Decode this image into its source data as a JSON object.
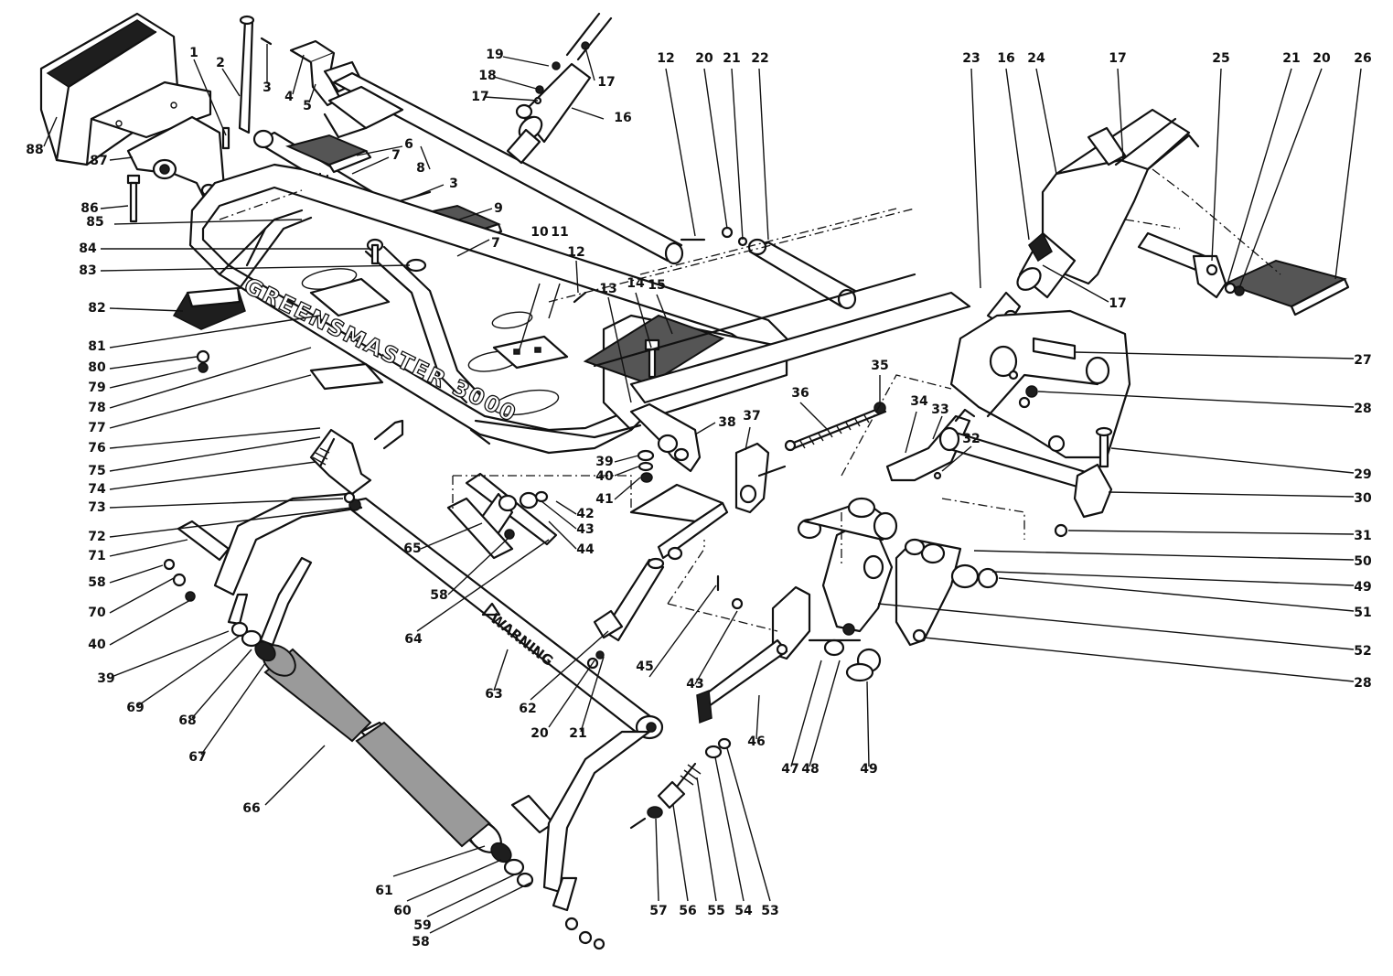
{
  "diagram": {
    "frame_text": "GREENSMASTER 3000",
    "warning_text": "WARNING",
    "callouts": [
      {
        "id": "c88",
        "label": "88"
      },
      {
        "id": "c1",
        "label": "1"
      },
      {
        "id": "c2",
        "label": "2"
      },
      {
        "id": "c3a",
        "label": "3"
      },
      {
        "id": "c4",
        "label": "4"
      },
      {
        "id": "c5",
        "label": "5"
      },
      {
        "id": "c19",
        "label": "19"
      },
      {
        "id": "c18a",
        "label": "18"
      },
      {
        "id": "c17a",
        "label": "17"
      },
      {
        "id": "c17b",
        "label": "17"
      },
      {
        "id": "c16a",
        "label": "16"
      },
      {
        "id": "c87",
        "label": "87"
      },
      {
        "id": "c6",
        "label": "6"
      },
      {
        "id": "c7a",
        "label": "7"
      },
      {
        "id": "c8",
        "label": "8"
      },
      {
        "id": "c86",
        "label": "86"
      },
      {
        "id": "c3b",
        "label": "3"
      },
      {
        "id": "c9",
        "label": "9"
      },
      {
        "id": "c7b",
        "label": "7"
      },
      {
        "id": "c85",
        "label": "85"
      },
      {
        "id": "c84",
        "label": "84"
      },
      {
        "id": "c83",
        "label": "83"
      },
      {
        "id": "c82",
        "label": "82"
      },
      {
        "id": "c81",
        "label": "81"
      },
      {
        "id": "c80",
        "label": "80"
      },
      {
        "id": "c79",
        "label": "79"
      },
      {
        "id": "c78",
        "label": "78"
      },
      {
        "id": "c77",
        "label": "77"
      },
      {
        "id": "c76",
        "label": "76"
      },
      {
        "id": "c75",
        "label": "75"
      },
      {
        "id": "c74",
        "label": "74"
      },
      {
        "id": "c73",
        "label": "73"
      },
      {
        "id": "c72",
        "label": "72"
      },
      {
        "id": "c71",
        "label": "71"
      },
      {
        "id": "c58a",
        "label": "58"
      },
      {
        "id": "c70",
        "label": "70"
      },
      {
        "id": "c40a",
        "label": "40"
      },
      {
        "id": "c39a",
        "label": "39"
      },
      {
        "id": "c69",
        "label": "69"
      },
      {
        "id": "c68",
        "label": "68"
      },
      {
        "id": "c67",
        "label": "67"
      },
      {
        "id": "c66",
        "label": "66"
      },
      {
        "id": "c61",
        "label": "61"
      },
      {
        "id": "c60",
        "label": "60"
      },
      {
        "id": "c59",
        "label": "59"
      },
      {
        "id": "c58b",
        "label": "58"
      },
      {
        "id": "c10",
        "label": "10"
      },
      {
        "id": "c11",
        "label": "11"
      },
      {
        "id": "c12a",
        "label": "12"
      },
      {
        "id": "c12b",
        "label": "12"
      },
      {
        "id": "c13",
        "label": "13"
      },
      {
        "id": "c14",
        "label": "14"
      },
      {
        "id": "c15",
        "label": "15"
      },
      {
        "id": "c20a",
        "label": "20"
      },
      {
        "id": "c21a",
        "label": "21"
      },
      {
        "id": "c22",
        "label": "22"
      },
      {
        "id": "c23",
        "label": "23"
      },
      {
        "id": "c16b",
        "label": "16"
      },
      {
        "id": "c24",
        "label": "24"
      },
      {
        "id": "c17c",
        "label": "17"
      },
      {
        "id": "c25",
        "label": "25"
      },
      {
        "id": "c21b",
        "label": "21"
      },
      {
        "id": "c20b",
        "label": "20"
      },
      {
        "id": "c26",
        "label": "26"
      },
      {
        "id": "c17d",
        "label": "17"
      },
      {
        "id": "c27",
        "label": "27"
      },
      {
        "id": "c28a",
        "label": "28"
      },
      {
        "id": "c29",
        "label": "29"
      },
      {
        "id": "c30",
        "label": "30"
      },
      {
        "id": "c31",
        "label": "31"
      },
      {
        "id": "c50",
        "label": "50"
      },
      {
        "id": "c49a",
        "label": "49"
      },
      {
        "id": "c51",
        "label": "51"
      },
      {
        "id": "c52",
        "label": "52"
      },
      {
        "id": "c28b",
        "label": "28"
      },
      {
        "id": "c35",
        "label": "35"
      },
      {
        "id": "c36",
        "label": "36"
      },
      {
        "id": "c34",
        "label": "34"
      },
      {
        "id": "c33",
        "label": "33"
      },
      {
        "id": "c32",
        "label": "32"
      },
      {
        "id": "c38",
        "label": "38"
      },
      {
        "id": "c37",
        "label": "37"
      },
      {
        "id": "c39b",
        "label": "39"
      },
      {
        "id": "c40b",
        "label": "40"
      },
      {
        "id": "c41",
        "label": "41"
      },
      {
        "id": "c42",
        "label": "42"
      },
      {
        "id": "c43a",
        "label": "43"
      },
      {
        "id": "c44",
        "label": "44"
      },
      {
        "id": "c65",
        "label": "65"
      },
      {
        "id": "c58c",
        "label": "58"
      },
      {
        "id": "c64",
        "label": "64"
      },
      {
        "id": "c45",
        "label": "45"
      },
      {
        "id": "c43b",
        "label": "43"
      },
      {
        "id": "c46",
        "label": "46"
      },
      {
        "id": "c47",
        "label": "47"
      },
      {
        "id": "c48",
        "label": "48"
      },
      {
        "id": "c49b",
        "label": "49"
      },
      {
        "id": "c63",
        "label": "63"
      },
      {
        "id": "c62",
        "label": "62"
      },
      {
        "id": "c20c",
        "label": "20"
      },
      {
        "id": "c21c",
        "label": "21"
      },
      {
        "id": "c57",
        "label": "57"
      },
      {
        "id": "c56",
        "label": "56"
      },
      {
        "id": "c55",
        "label": "55"
      },
      {
        "id": "c54",
        "label": "54"
      },
      {
        "id": "c53",
        "label": "53"
      }
    ]
  }
}
